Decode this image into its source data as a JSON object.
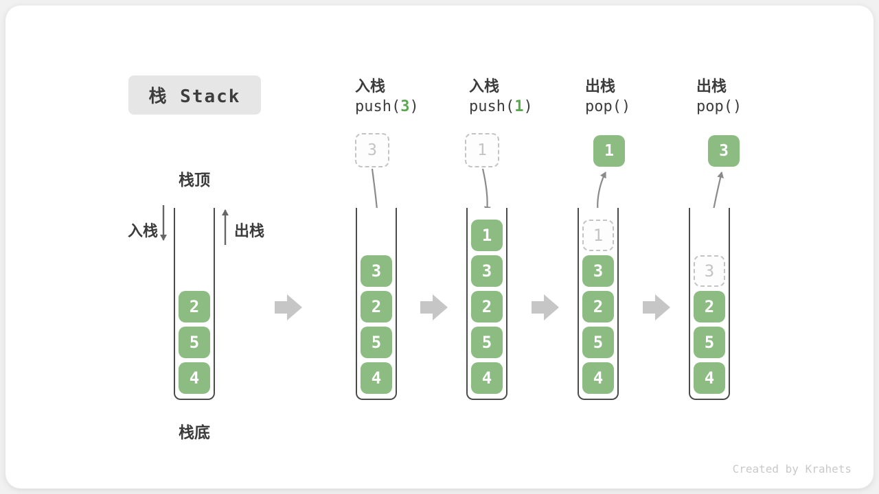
{
  "title": {
    "text": "栈 Stack"
  },
  "legend": {
    "top": "栈顶",
    "bottom": "栈底",
    "push": "入栈",
    "pop": "出栈"
  },
  "watermark": "Created by Krahets",
  "colors": {
    "element_green": "#8cbc82",
    "code_arg_green": "#5aa84d",
    "ghost_gray": "#c3c3c3",
    "wall_gray": "#4a4a4a",
    "flow_arrow_gray": "#c6c6c6"
  },
  "stacks": [
    {
      "op": "initial",
      "label": null,
      "floating_box": null,
      "items_top_to_bottom": [
        {
          "value": "2",
          "ghost": false
        },
        {
          "value": "5",
          "ghost": false
        },
        {
          "value": "4",
          "ghost": false
        }
      ]
    },
    {
      "op": "push",
      "label": {
        "line1": "入栈",
        "code": {
          "prefix": "push(",
          "arg": "3",
          "suffix": ")"
        }
      },
      "floating_box": {
        "style": "dashed",
        "value": "3"
      },
      "items_top_to_bottom": [
        {
          "value": "3",
          "ghost": false
        },
        {
          "value": "2",
          "ghost": false
        },
        {
          "value": "5",
          "ghost": false
        },
        {
          "value": "4",
          "ghost": false
        }
      ]
    },
    {
      "op": "push",
      "label": {
        "line1": "入栈",
        "code": {
          "prefix": "push(",
          "arg": "1",
          "suffix": ")"
        }
      },
      "floating_box": {
        "style": "dashed",
        "value": "1"
      },
      "items_top_to_bottom": [
        {
          "value": "1",
          "ghost": false
        },
        {
          "value": "3",
          "ghost": false
        },
        {
          "value": "2",
          "ghost": false
        },
        {
          "value": "5",
          "ghost": false
        },
        {
          "value": "4",
          "ghost": false
        }
      ]
    },
    {
      "op": "pop",
      "label": {
        "line1": "出栈",
        "code": {
          "prefix": "pop(",
          "arg": "",
          "suffix": ")"
        }
      },
      "floating_box": {
        "style": "solid",
        "value": "1"
      },
      "items_top_to_bottom": [
        {
          "value": "1",
          "ghost": true
        },
        {
          "value": "3",
          "ghost": false
        },
        {
          "value": "2",
          "ghost": false
        },
        {
          "value": "5",
          "ghost": false
        },
        {
          "value": "4",
          "ghost": false
        }
      ]
    },
    {
      "op": "pop",
      "label": {
        "line1": "出栈",
        "code": {
          "prefix": "pop(",
          "arg": "",
          "suffix": ")"
        }
      },
      "floating_box": {
        "style": "solid",
        "value": "3"
      },
      "items_top_to_bottom": [
        {
          "value": "3",
          "ghost": true
        },
        {
          "value": "2",
          "ghost": false
        },
        {
          "value": "5",
          "ghost": false
        },
        {
          "value": "4",
          "ghost": false
        }
      ]
    }
  ]
}
